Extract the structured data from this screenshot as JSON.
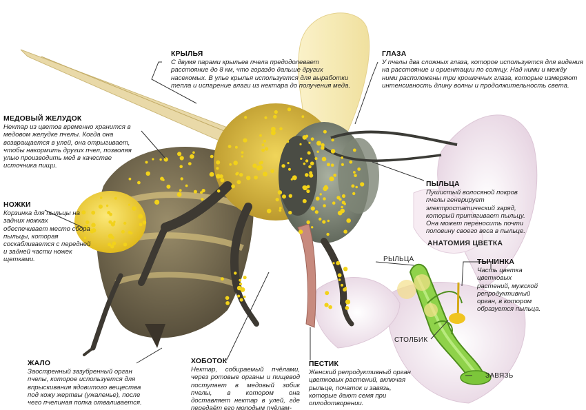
{
  "labels": {
    "wings": {
      "title": "КРЫЛЬЯ",
      "text": "С двумя парами крыльев пчела предодолевает расстояние до 8 км, что гораздо дальше других насекомых. В улье крылья используется для выработки тепла и испарение влаги из нектара до получения меда."
    },
    "eyes": {
      "title": "ГЛАЗА",
      "text": "У пчелы два сложных глаза, которое используется для видения на расстояние и ориентации по солнцу. Над ними и между ними расположены три крошечных глаза, которые измеряют интенсивность длину волны и продолжительность света."
    },
    "stomach": {
      "title": "МЕДОВЫЙ ЖЕЛУДОК",
      "text": "Нектар из цветов временно хранится в медовом желудке пчелы. Когда она возвращается в улей, она отрыгивает, чтобы накормить других пчел, позволяя улью производить мед в качестве источника пищи."
    },
    "legs": {
      "title": "НОЖКИ",
      "text": "Корзинка для пыльцы на задних ножках обеспечивает место сбора пыльцы, которая соскабливается с передней и задней части ножек щетками."
    },
    "pollen": {
      "title": "ПЫЛЬЦА",
      "text": "Пушистый волосяной покров пчелы генерирует электростатический заряд, который притягивает пыльцу. Она может переносить почти половину своего веса в пыльце."
    },
    "flower_anatomy": {
      "title": "АНАТОМИЯ ЦВЕТКА"
    },
    "stigma": {
      "title": "РЫЛЬЦА"
    },
    "stamen": {
      "title": "ТЫЧИНКА",
      "text": "Часть цветка цветковых растений, мужской репродуктивный орган, в котором образуется пыльца."
    },
    "style": {
      "title": "СТОЛБИК"
    },
    "ovary": {
      "title": "ЗАВЯЗЬ"
    },
    "sting": {
      "title": "ЖАЛО",
      "text": "Заостренный зазубренный орган пчелы, которое используется для впрыскивания ядовитого вещества под кожу жертвы (ужаленье), после чего пчелиная попка отваливается."
    },
    "proboscis": {
      "title": "ХОБОТОК",
      "text": "Нектар, собираемый пчёлами, через ротовые органы и пищевод поступает в медовый зобик пчелы, в котором она доставляет нектар в улей, где передаёт его молодым пчёлам-"
    },
    "pistil": {
      "title": "ПЕСТИК",
      "text": "Женский репродуктивный орган цветковых растений, включая рыльце, початок и завязь, которые дают семя при оплодотворении."
    }
  },
  "colors": {
    "pollen": "#f2d21a",
    "bee_fur": "#d9b23a",
    "bee_dark": "#3a3832",
    "petal": "#f3e4ee",
    "pistil": "#7cc63a",
    "stamen_head": "#f0c420",
    "leader": "#333333"
  }
}
